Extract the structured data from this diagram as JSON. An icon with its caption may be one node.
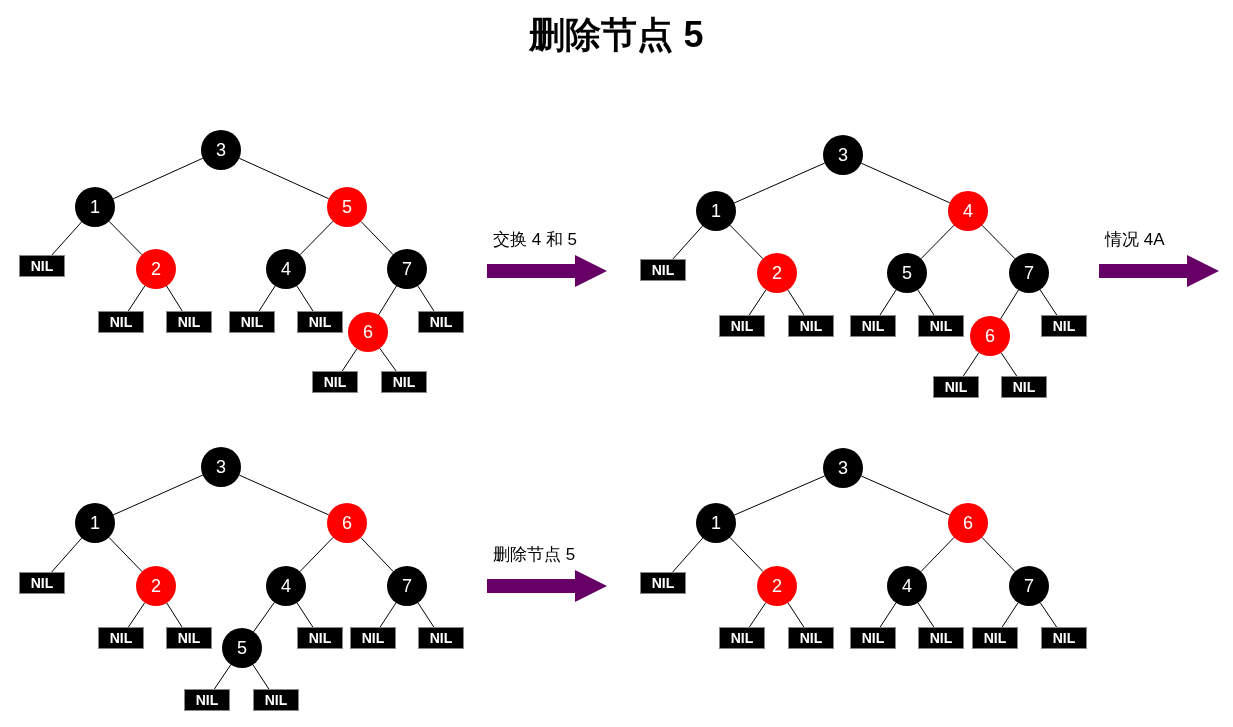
{
  "diagram": {
    "title": "删除节点 5",
    "nodes": [
      {
        "text": [
          "3"
        ]
      },
      {
        "text": [
          "1"
        ]
      },
      {
        "text": [
          "5"
        ]
      },
      {
        "text": [
          "NIL"
        ]
      },
      {
        "text": [
          "2"
        ]
      },
      {
        "text": [
          "4"
        ]
      },
      {
        "text": [
          "7"
        ]
      },
      {
        "text": [
          "NIL"
        ]
      },
      {
        "text": [
          "NIL"
        ]
      },
      {
        "text": [
          "NIL"
        ]
      },
      {
        "text": [
          "NIL"
        ]
      },
      {
        "text": [
          "6"
        ]
      },
      {
        "text": [
          "NIL"
        ]
      },
      {
        "text": [
          "NIL"
        ]
      },
      {
        "text": [
          "NIL"
        ]
      },
      {
        "text": [
          "3"
        ]
      },
      {
        "text": [
          "1"
        ]
      },
      {
        "text": [
          "4"
        ]
      },
      {
        "text": [
          "NIL"
        ]
      },
      {
        "text": [
          "2"
        ]
      },
      {
        "text": [
          "5"
        ]
      },
      {
        "text": [
          "7"
        ]
      },
      {
        "text": [
          "NIL"
        ]
      },
      {
        "text": [
          "NIL"
        ]
      },
      {
        "text": [
          "NIL"
        ]
      },
      {
        "text": [
          "NIL"
        ]
      },
      {
        "text": [
          "6"
        ]
      },
      {
        "text": [
          "NIL"
        ]
      },
      {
        "text": [
          "NIL"
        ]
      },
      {
        "text": [
          "NIL"
        ]
      },
      {
        "text": [
          "3"
        ]
      },
      {
        "text": [
          "1"
        ]
      },
      {
        "text": [
          "6"
        ]
      },
      {
        "text": [
          "NIL"
        ]
      },
      {
        "text": [
          "2"
        ]
      },
      {
        "text": [
          "4"
        ]
      },
      {
        "text": [
          "7"
        ]
      },
      {
        "text": [
          "NIL"
        ]
      },
      {
        "text": [
          "NIL"
        ]
      },
      {
        "text": [
          "5"
        ]
      },
      {
        "text": [
          "NIL"
        ]
      },
      {
        "text": [
          "NIL"
        ]
      },
      {
        "text": [
          "NIL"
        ]
      },
      {
        "text": [
          "NIL"
        ]
      },
      {
        "text": [
          "NIL"
        ]
      },
      {
        "text": [
          "3"
        ]
      },
      {
        "text": [
          "1"
        ]
      },
      {
        "text": [
          "6"
        ]
      },
      {
        "text": [
          "NIL"
        ]
      },
      {
        "text": [
          "2"
        ]
      },
      {
        "text": [
          "4"
        ]
      },
      {
        "text": [
          "7"
        ]
      },
      {
        "text": [
          "NIL"
        ]
      },
      {
        "text": [
          "NIL"
        ]
      },
      {
        "text": [
          "NIL"
        ]
      },
      {
        "text": [
          "NIL"
        ]
      },
      {
        "text": [
          "NIL"
        ]
      },
      {
        "text": [
          "NIL"
        ]
      }
    ],
    "edges": [
      {
        "from": 0,
        "to": 1,
        "arrow": "none"
      },
      {
        "from": 0,
        "to": 2,
        "arrow": "none"
      },
      {
        "from": 1,
        "to": 3,
        "arrow": "none"
      },
      {
        "from": 1,
        "to": 4,
        "arrow": "none"
      },
      {
        "from": 4,
        "to": 7,
        "arrow": "none"
      },
      {
        "from": 4,
        "to": 8,
        "arrow": "none"
      },
      {
        "from": 2,
        "to": 5,
        "arrow": "none"
      },
      {
        "from": 2,
        "to": 6,
        "arrow": "none"
      },
      {
        "from": 5,
        "to": 9,
        "arrow": "none"
      },
      {
        "from": 5,
        "to": 10,
        "arrow": "none"
      },
      {
        "from": 6,
        "to": 11,
        "arrow": "none"
      },
      {
        "from": 6,
        "to": 12,
        "arrow": "none"
      },
      {
        "from": 11,
        "to": 13,
        "arrow": "none"
      },
      {
        "from": 11,
        "to": 14,
        "arrow": "none"
      },
      {
        "from": 15,
        "to": 16,
        "arrow": "none"
      },
      {
        "from": 15,
        "to": 17,
        "arrow": "none"
      },
      {
        "from": 16,
        "to": 18,
        "arrow": "none"
      },
      {
        "from": 16,
        "to": 19,
        "arrow": "none"
      },
      {
        "from": 19,
        "to": 22,
        "arrow": "none"
      },
      {
        "from": 19,
        "to": 23,
        "arrow": "none"
      },
      {
        "from": 17,
        "to": 20,
        "arrow": "none"
      },
      {
        "from": 17,
        "to": 21,
        "arrow": "none"
      },
      {
        "from": 20,
        "to": 24,
        "arrow": "none"
      },
      {
        "from": 20,
        "to": 25,
        "arrow": "none"
      },
      {
        "from": 21,
        "to": 26,
        "arrow": "none"
      },
      {
        "from": 21,
        "to": 27,
        "arrow": "none"
      },
      {
        "from": 26,
        "to": 28,
        "arrow": "none"
      },
      {
        "from": 26,
        "to": 29,
        "arrow": "none"
      },
      {
        "from": 30,
        "to": 31,
        "arrow": "none"
      },
      {
        "from": 30,
        "to": 32,
        "arrow": "none"
      },
      {
        "from": 31,
        "to": 33,
        "arrow": "none"
      },
      {
        "from": 31,
        "to": 34,
        "arrow": "none"
      },
      {
        "from": 34,
        "to": 37,
        "arrow": "none"
      },
      {
        "from": 34,
        "to": 38,
        "arrow": "none"
      },
      {
        "from": 32,
        "to": 35,
        "arrow": "none"
      },
      {
        "from": 32,
        "to": 36,
        "arrow": "none"
      },
      {
        "from": 35,
        "to": 39,
        "arrow": "none"
      },
      {
        "from": 35,
        "to": 40,
        "arrow": "none"
      },
      {
        "from": 36,
        "to": 41,
        "arrow": "none"
      },
      {
        "from": 36,
        "to": 42,
        "arrow": "none"
      },
      {
        "from": 39,
        "to": 43,
        "arrow": "none"
      },
      {
        "from": 39,
        "to": 44,
        "arrow": "none"
      },
      {
        "from": 45,
        "to": 46,
        "arrow": "none"
      },
      {
        "from": 45,
        "to": 47,
        "arrow": "none"
      },
      {
        "from": 46,
        "to": 48,
        "arrow": "none"
      },
      {
        "from": 46,
        "to": 49,
        "arrow": "none"
      },
      {
        "from": 49,
        "to": 52,
        "arrow": "none"
      },
      {
        "from": 49,
        "to": 53,
        "arrow": "none"
      },
      {
        "from": 47,
        "to": 50,
        "arrow": "none"
      },
      {
        "from": 47,
        "to": 51,
        "arrow": "none"
      },
      {
        "from": 50,
        "to": 54,
        "arrow": "none"
      },
      {
        "from": 50,
        "to": 55,
        "arrow": "none"
      },
      {
        "from": 51,
        "to": 56,
        "arrow": "none"
      },
      {
        "from": 51,
        "to": 57,
        "arrow": "none"
      }
    ],
    "labels": [
      "交换 4 和 5",
      "情况 4A",
      "删除节点 5"
    ]
  }
}
